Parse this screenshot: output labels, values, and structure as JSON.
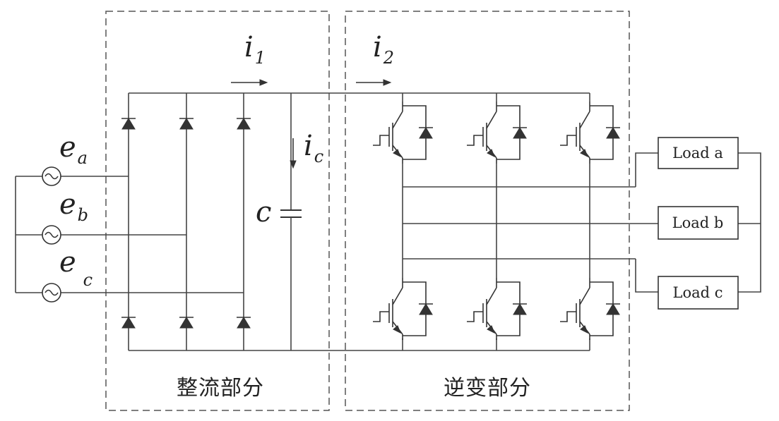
{
  "sources": [
    {
      "symbol": "e",
      "sub": "a"
    },
    {
      "symbol": "e",
      "sub": "b"
    },
    {
      "symbol": "e",
      "sub": "c"
    }
  ],
  "currents": {
    "i1": {
      "symbol": "i",
      "sub": "1"
    },
    "i2": {
      "symbol": "i",
      "sub": "2"
    },
    "ic": {
      "symbol": "i",
      "sub": "c"
    }
  },
  "capacitor": {
    "symbol": "c"
  },
  "sections": {
    "rectifier": "整流部分",
    "inverter": "逆变部分"
  },
  "loads": [
    "Load  a",
    "Load  b",
    "Load  c"
  ]
}
